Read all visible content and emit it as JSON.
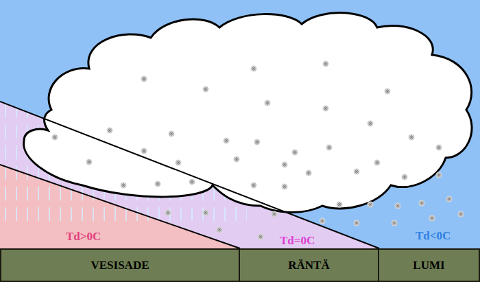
{
  "diagram": {
    "nodes": [
      {
        "text": [
          "VESISADE"
        ]
      },
      {
        "text": [
          "RÄNTÄ"
        ]
      },
      {
        "text": [
          "LUMI"
        ]
      }
    ],
    "labels": [
      "Td>0C",
      "Td=0C",
      "Td<0C"
    ]
  }
}
